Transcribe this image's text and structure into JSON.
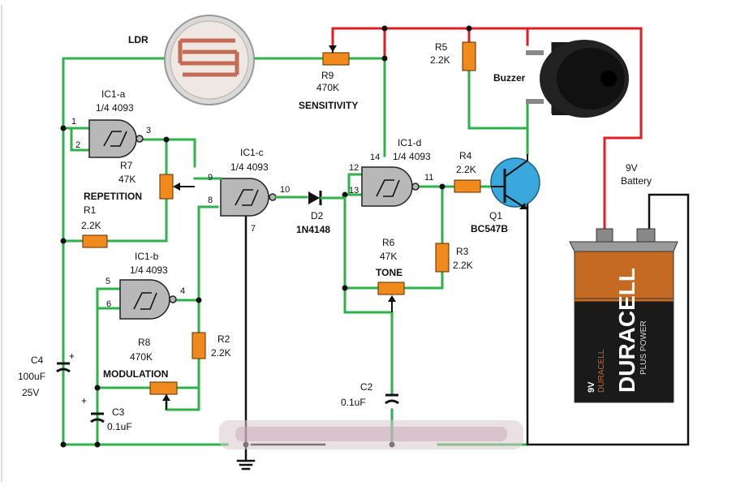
{
  "ldr": {
    "label": "LDR"
  },
  "r9": {
    "name": "R9",
    "value": "470K",
    "function": "SENSITIVITY"
  },
  "r5": {
    "name": "R5",
    "value": "2.2K"
  },
  "buzzer": {
    "label": "Buzzer"
  },
  "ic1a": {
    "name": "IC1-a",
    "part": "1/4 4093",
    "pin_in1": "1",
    "pin_in2": "2",
    "pin_out": "3"
  },
  "r7": {
    "name": "R7",
    "value": "47K",
    "function": "REPETITION"
  },
  "ic1c": {
    "name": "IC1-c",
    "part": "1/4 4093",
    "pin_in1": "9",
    "pin_in2": "8",
    "pin_out": "10",
    "pin_gnd": "7"
  },
  "ic1d": {
    "name": "IC1-d",
    "part": "1/4 4093",
    "pin_vdd": "14",
    "pin_in1": "12",
    "pin_in2": "13",
    "pin_out": "11"
  },
  "r4": {
    "name": "R4",
    "value": "2.2K"
  },
  "q1": {
    "name": "Q1",
    "part": "BC547B"
  },
  "battery": {
    "voltage": "9V",
    "label": "Battery",
    "brand": "DURACELL",
    "brand_small": "DURACELL",
    "tagline": "PLUS POWER",
    "cell_label": "9V"
  },
  "r1": {
    "name": "R1",
    "value": "2.2K"
  },
  "d2": {
    "name": "D2",
    "part": "1N4148"
  },
  "r6": {
    "name": "R6",
    "value": "47K",
    "function": "TONE"
  },
  "r3": {
    "name": "R3",
    "value": "2.2K"
  },
  "ic1b": {
    "name": "IC1-b",
    "part": "1/4 4093",
    "pin_in1": "5",
    "pin_in2": "6",
    "pin_out": "4"
  },
  "r2": {
    "name": "R2",
    "value": "2.2K"
  },
  "r8": {
    "name": "R8",
    "value": "470K",
    "function": "MODULATION"
  },
  "c4": {
    "name": "C4",
    "value": "100uF",
    "voltage": "25V",
    "polarity": "+"
  },
  "c3": {
    "name": "C3",
    "value": "0.1uF",
    "polarity": "+"
  },
  "c2": {
    "name": "C2",
    "value": "0.1uF"
  },
  "colors": {
    "wire_green": "#2eb34a",
    "wire_red": "#e01e24",
    "wire_black": "#111111",
    "resistor": "#f08a1d",
    "gate": "#b8b8b8",
    "transistor": "#3aa8dc"
  }
}
